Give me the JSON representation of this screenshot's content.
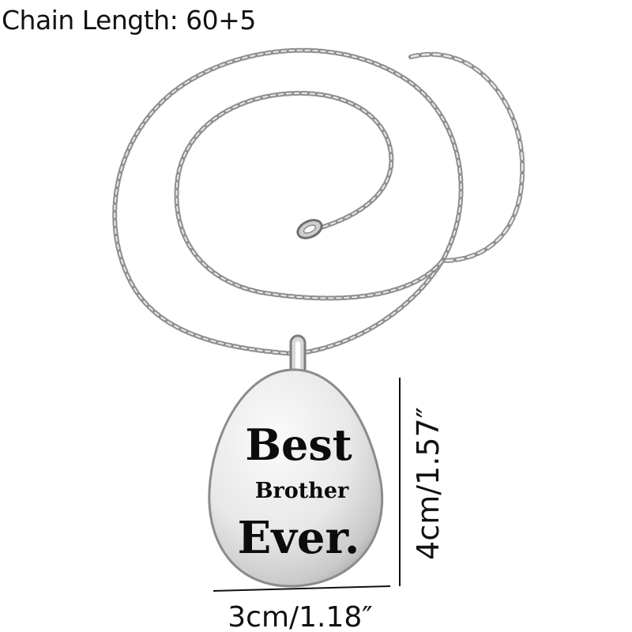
{
  "caption": {
    "text": "Chain Length: 60+5"
  },
  "pendant": {
    "line1": "Best",
    "line2": "Brother",
    "line3": "Ever."
  },
  "dimensions": {
    "width_label": "3cm/1.18″",
    "height_label": "4cm/1.57″"
  },
  "colors": {
    "metal_light": "#f4f4f4",
    "metal_mid": "#cfcfcf",
    "metal_dark": "#8f8f8f",
    "chain": "#9a9a9a",
    "ink": "#0c0c0c"
  }
}
